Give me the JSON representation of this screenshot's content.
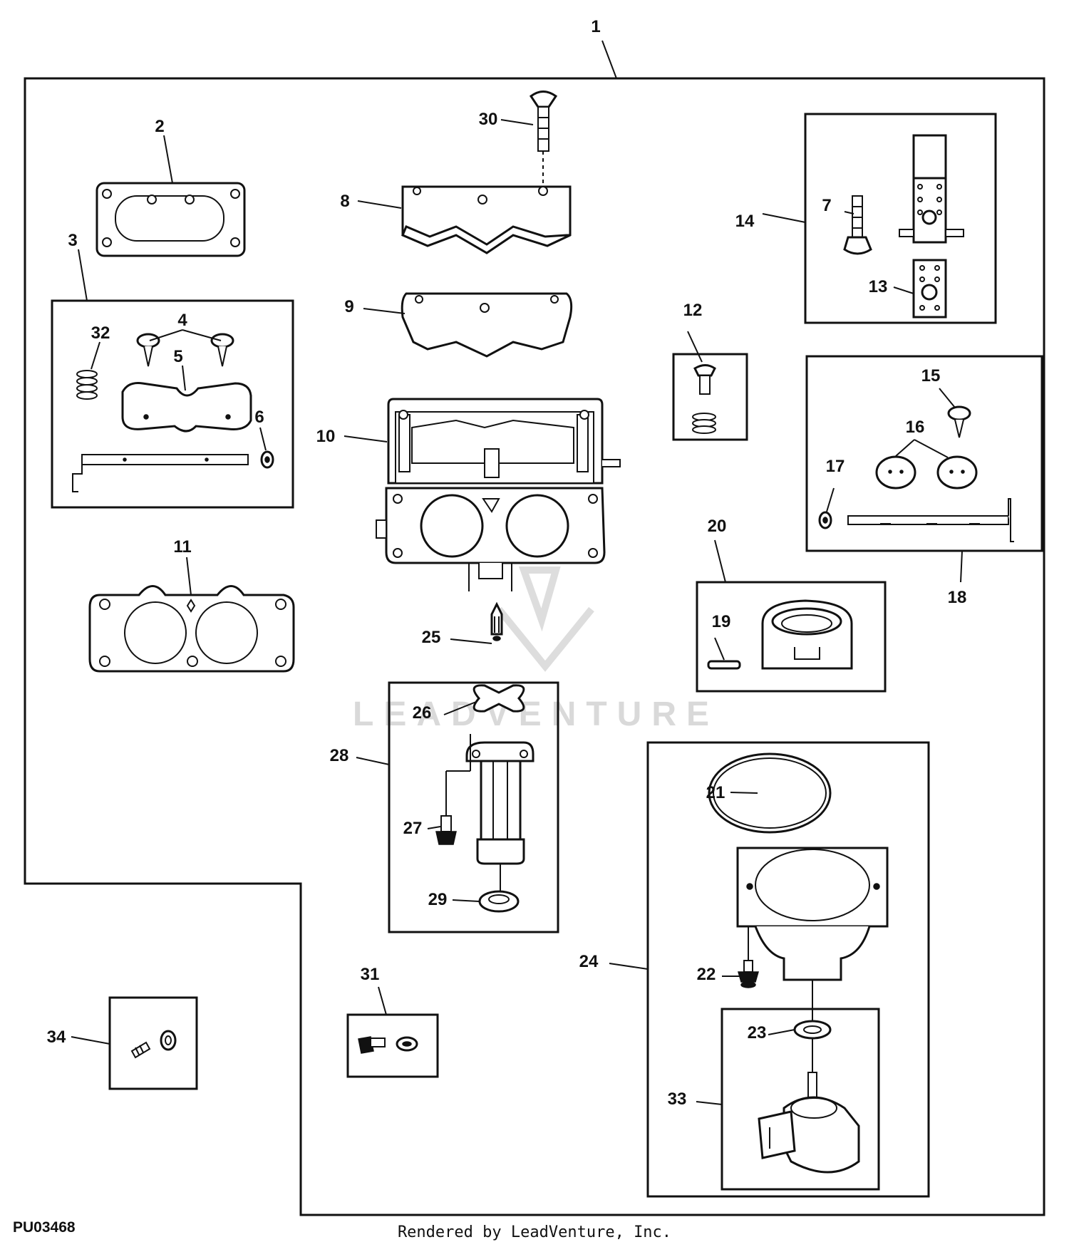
{
  "figure_id": "PU03468",
  "credit": "Rendered by LeadVenture, Inc.",
  "watermark": "LEADVENTURE",
  "callouts": [
    "1",
    "2",
    "3",
    "4",
    "5",
    "6",
    "7",
    "8",
    "9",
    "10",
    "11",
    "12",
    "13",
    "14",
    "15",
    "16",
    "17",
    "18",
    "19",
    "20",
    "21",
    "22",
    "23",
    "24",
    "25",
    "26",
    "27",
    "28",
    "29",
    "30",
    "31",
    "32",
    "33",
    "34"
  ],
  "colors": {
    "line": "#111111",
    "background": "#ffffff",
    "watermark": "#d9d9d9"
  }
}
